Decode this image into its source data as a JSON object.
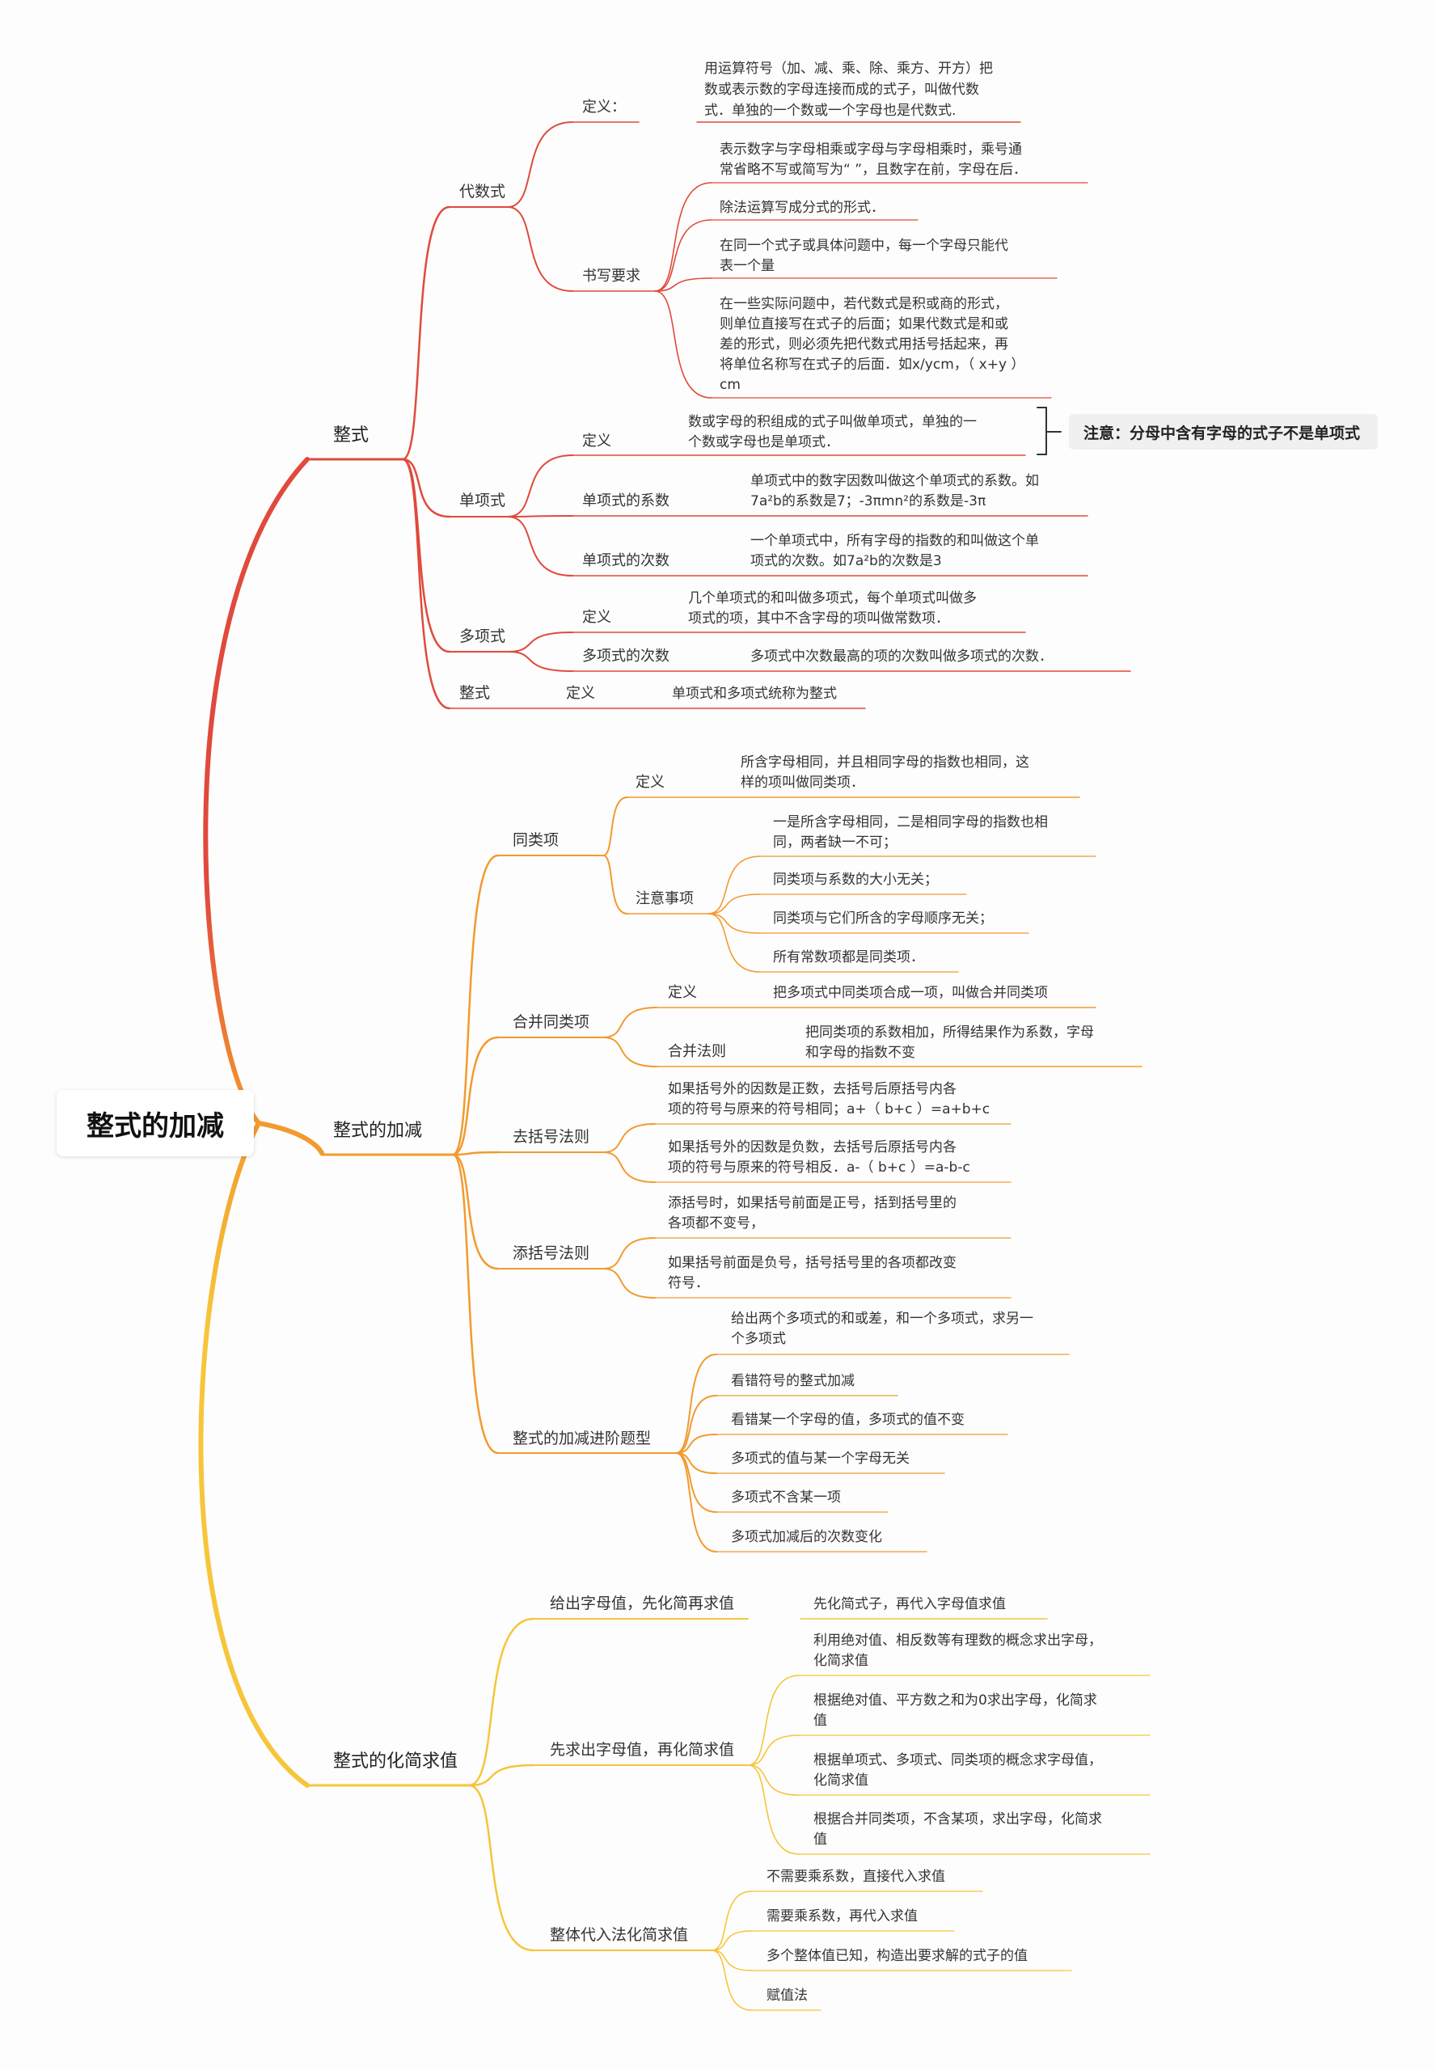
{
  "root": "整式的加减",
  "note": "注意：分母中含有字母的式子不是单项式",
  "nodes": [
    "整式",
    "代数式",
    "定义：",
    "用运算符号（加、减、乘、除、乘方、开方）把",
    "数或表示数的字母连接而成的式子，叫做代数",
    "式．单独的一个数或一个字母也是代数式.",
    "书写要求",
    "表示数字与字母相乘或字母与字母相乘时，乘号通",
    "常省略不写或简写为“ ”，且数字在前，字母在后．",
    "除法运算写成分式的形式．",
    "在同一个式子或具体问题中，每一个字母只能代",
    "表一个量",
    "在一些实际问题中，若代数式是积或商的形式，",
    "则单位直接写在式子的后面；如果代数式是和或",
    "差的形式，则必须先把代数式用括号括起来，再",
    "将单位名称写在式子的后面．如x/ycm，（ x+y ）",
    "cm",
    "单项式",
    "定义",
    "数或字母的积组成的式子叫做单项式，单独的一",
    "个数或字母也是单项式．",
    "单项式的系数",
    "单项式中的数字因数叫做这个单项式的系数。如",
    "7a²b的系数是7；-3πmn²的系数是-3π",
    "单项式的次数",
    "一个单项式中，所有字母的指数的和叫做这个单",
    "项式的次数。如7a²b的次数是3",
    "多项式",
    "定义",
    "几个单项式的和叫做多项式，每个单项式叫做多",
    "项式的项，其中不含字母的项叫做常数项．",
    "多项式的次数",
    "多项式中次数最高的项的次数叫做多项式的次数．",
    "整式",
    "定义",
    "单项式和多项式统称为整式",
    "整式的加减",
    "同类项",
    "定义",
    "所含字母相同，并且相同字母的指数也相同，这",
    "样的项叫做同类项．",
    "注意事项",
    "一是所含字母相同，二是相同字母的指数也相",
    "同，两者缺一不可；",
    "同类项与系数的大小无关；",
    "同类项与它们所含的字母顺序无关；",
    "所有常数项都是同类项．",
    "合并同类项",
    "定义",
    "把多项式中同类项合成一项，叫做合并同类项",
    "合并法则",
    "把同类项的系数相加，所得结果作为系数，字母",
    "和字母的指数不变",
    "去括号法则",
    "如果括号外的因数是正数，去括号后原括号内各",
    "项的符号与原来的符号相同；a+（ b+c ）=a+b+c",
    "如果括号外的因数是负数，去括号后原括号内各",
    "项的符号与原来的符号相反．a-（ b+c ）=a-b-c",
    "添括号法则",
    "添括号时，如果括号前面是正号，括到括号里的",
    "各项都不变号，",
    "如果括号前面是负号，括号括号里的各项都改变",
    "符号．",
    "整式的加减进阶题型",
    "给出两个多项式的和或差，和一个多项式，求另一",
    "个多项式",
    "看错符号的整式加减",
    "看错某一个字母的值，多项式的值不变",
    "多项式的值与某一个字母无关",
    "多项式不含某一项",
    "多项式加减后的次数变化",
    "整式的化简求值",
    "给出字母值，先化简再求值",
    "先化简式子，再代入字母值求值",
    "先求出字母值，再化简求值",
    "利用绝对值、相反数等有理数的概念求出字母，",
    "化简求值",
    "根据绝对值、平方数之和为0求出字母，化简求",
    "值",
    "根据单项式、多项式、同类项的概念求字母值，",
    "化简求值",
    "根据合并同类项，不含某项，求出字母，化简求",
    "值",
    "整体代入法化简求值",
    "不需要乘系数，直接代入求值",
    "需要乘系数，再代入求值",
    "多个整体值已知，构造出要求解的式子的值",
    "赋值法"
  ],
  "colors": {
    "branch_red": "#e04a3c",
    "branch_orange": "#f39a2e",
    "branch_yellow": "#f7c53a",
    "text": "#333333",
    "note_bg": "#f0f0f0"
  }
}
